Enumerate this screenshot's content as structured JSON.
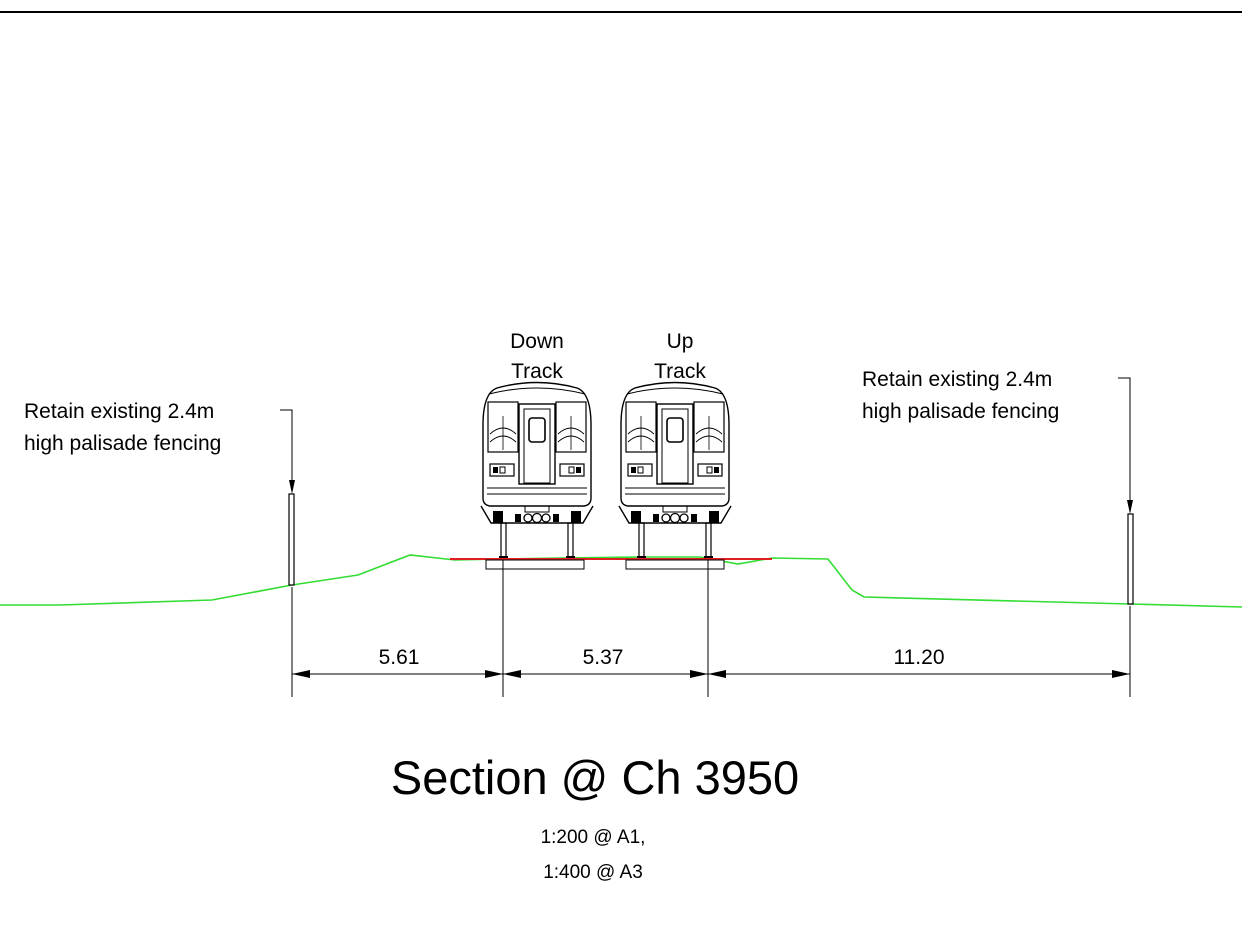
{
  "colors": {
    "ground": "#33dd33",
    "formation": "#e02020",
    "ink": "#000000"
  },
  "track_labels": {
    "down_line1": "Down",
    "down_line2": "Track",
    "up_line1": "Up",
    "up_line2": "Track"
  },
  "fence_notes": {
    "left_line1": "Retain existing 2.4m",
    "left_line2": "high palisade fencing",
    "right_line1": "Retain existing 2.4m",
    "right_line2": "high palisade fencing"
  },
  "dimensions": {
    "d1": "5.61",
    "d2": "5.37",
    "d3": "11.20"
  },
  "title": {
    "main": "Section @ Ch 3950",
    "scale_line1": "1:200 @ A1,",
    "scale_line2": "1:400 @ A3"
  }
}
